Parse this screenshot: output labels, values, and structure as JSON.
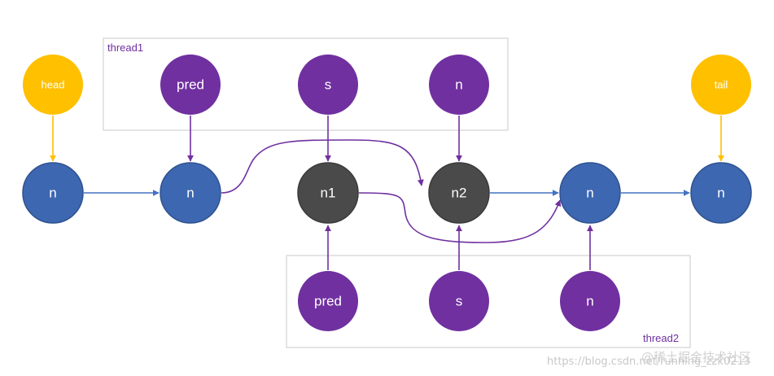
{
  "colors": {
    "yellow": "#ffc000",
    "purple": "#7030a0",
    "blue": "#3d67b1",
    "gray": "#4a4a4a",
    "box": "#c8c8c8",
    "blue_arrow": "#4472c4",
    "purple_arrow": "#7030a0",
    "yellow_arrow": "#ffc000"
  },
  "groups": {
    "thread1": {
      "label": "thread1"
    },
    "thread2": {
      "label": "thread2"
    }
  },
  "nodes": {
    "head": {
      "label": "head",
      "color": "yellow"
    },
    "tail": {
      "label": "tail",
      "color": "yellow"
    },
    "t1_pred": {
      "label": "pred",
      "color": "purple"
    },
    "t1_s": {
      "label": "s",
      "color": "purple"
    },
    "t1_n": {
      "label": "n",
      "color": "purple"
    },
    "t2_pred": {
      "label": "pred",
      "color": "purple"
    },
    "t2_s": {
      "label": "s",
      "color": "purple"
    },
    "t2_n": {
      "label": "n",
      "color": "purple"
    },
    "q1": {
      "label": "n",
      "color": "blue"
    },
    "q2": {
      "label": "n",
      "color": "blue"
    },
    "n1": {
      "label": "n1",
      "color": "gray"
    },
    "n2": {
      "label": "n2",
      "color": "gray"
    },
    "q5": {
      "label": "n",
      "color": "blue"
    },
    "q6": {
      "label": "n",
      "color": "blue"
    }
  },
  "watermark": {
    "url": "https://blog.csdn.net/running_zzk0213",
    "brand": "@稀土掘金技术社区"
  }
}
